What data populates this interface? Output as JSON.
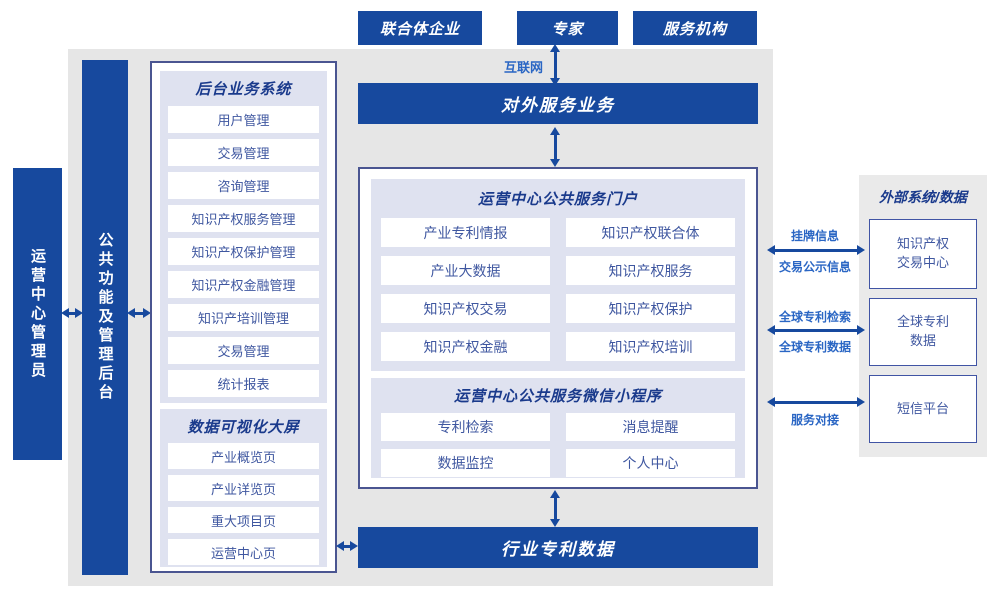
{
  "colors": {
    "accent_navy": "#17499e",
    "title_navy": "#1a3a8c",
    "item_blue": "#3f57a0",
    "label_blue": "#2a66c4",
    "panel_lavender": "#dfe2f0",
    "panel_border": "#4a5591",
    "canvas_gray": "#e6e6e6"
  },
  "top_actors": [
    "联合体企业",
    "专家",
    "服务机构"
  ],
  "internet_label": "互联网",
  "external_service_bar": "对外服务业务",
  "industry_patent_bar": "行业专利数据",
  "admin_pillar": "运营中心管理员",
  "backend_pillar": "公共功能及管理后台",
  "backend_panel": {
    "title": "后台业务系统",
    "items": [
      "用户管理",
      "交易管理",
      "咨询管理",
      "知识产权服务管理",
      "知识产权保护管理",
      "知识产权金融管理",
      "知识产培训管理",
      "交易管理",
      "统计报表"
    ]
  },
  "dashboard_panel": {
    "title": "数据可视化大屏",
    "items": [
      "产业概览页",
      "产业详览页",
      "重大项目页",
      "运营中心页"
    ]
  },
  "portal_panel": {
    "title": "运营中心公共服务门户",
    "items": [
      "产业专利情报",
      "知识产权联合体",
      "产业大数据",
      "知识产权服务",
      "知识产权交易",
      "知识产权保护",
      "知识产权金融",
      "知识产权培训"
    ]
  },
  "miniapp_panel": {
    "title": "运营中心公共服务微信小程序",
    "items": [
      "专利检索",
      "消息提醒",
      "数据监控",
      "个人中心"
    ]
  },
  "external_panel": {
    "title": "外部系统/数据",
    "items": [
      "知识产权\n交易中心",
      "全球专利\n数据",
      "短信平台"
    ]
  },
  "links": {
    "listing_top": "挂牌信息",
    "listing_bottom": "交易公示信息",
    "patent_search_top": "全球专利检索",
    "patent_data_bottom": "全球专利数据",
    "service_dock": "服务对接"
  }
}
